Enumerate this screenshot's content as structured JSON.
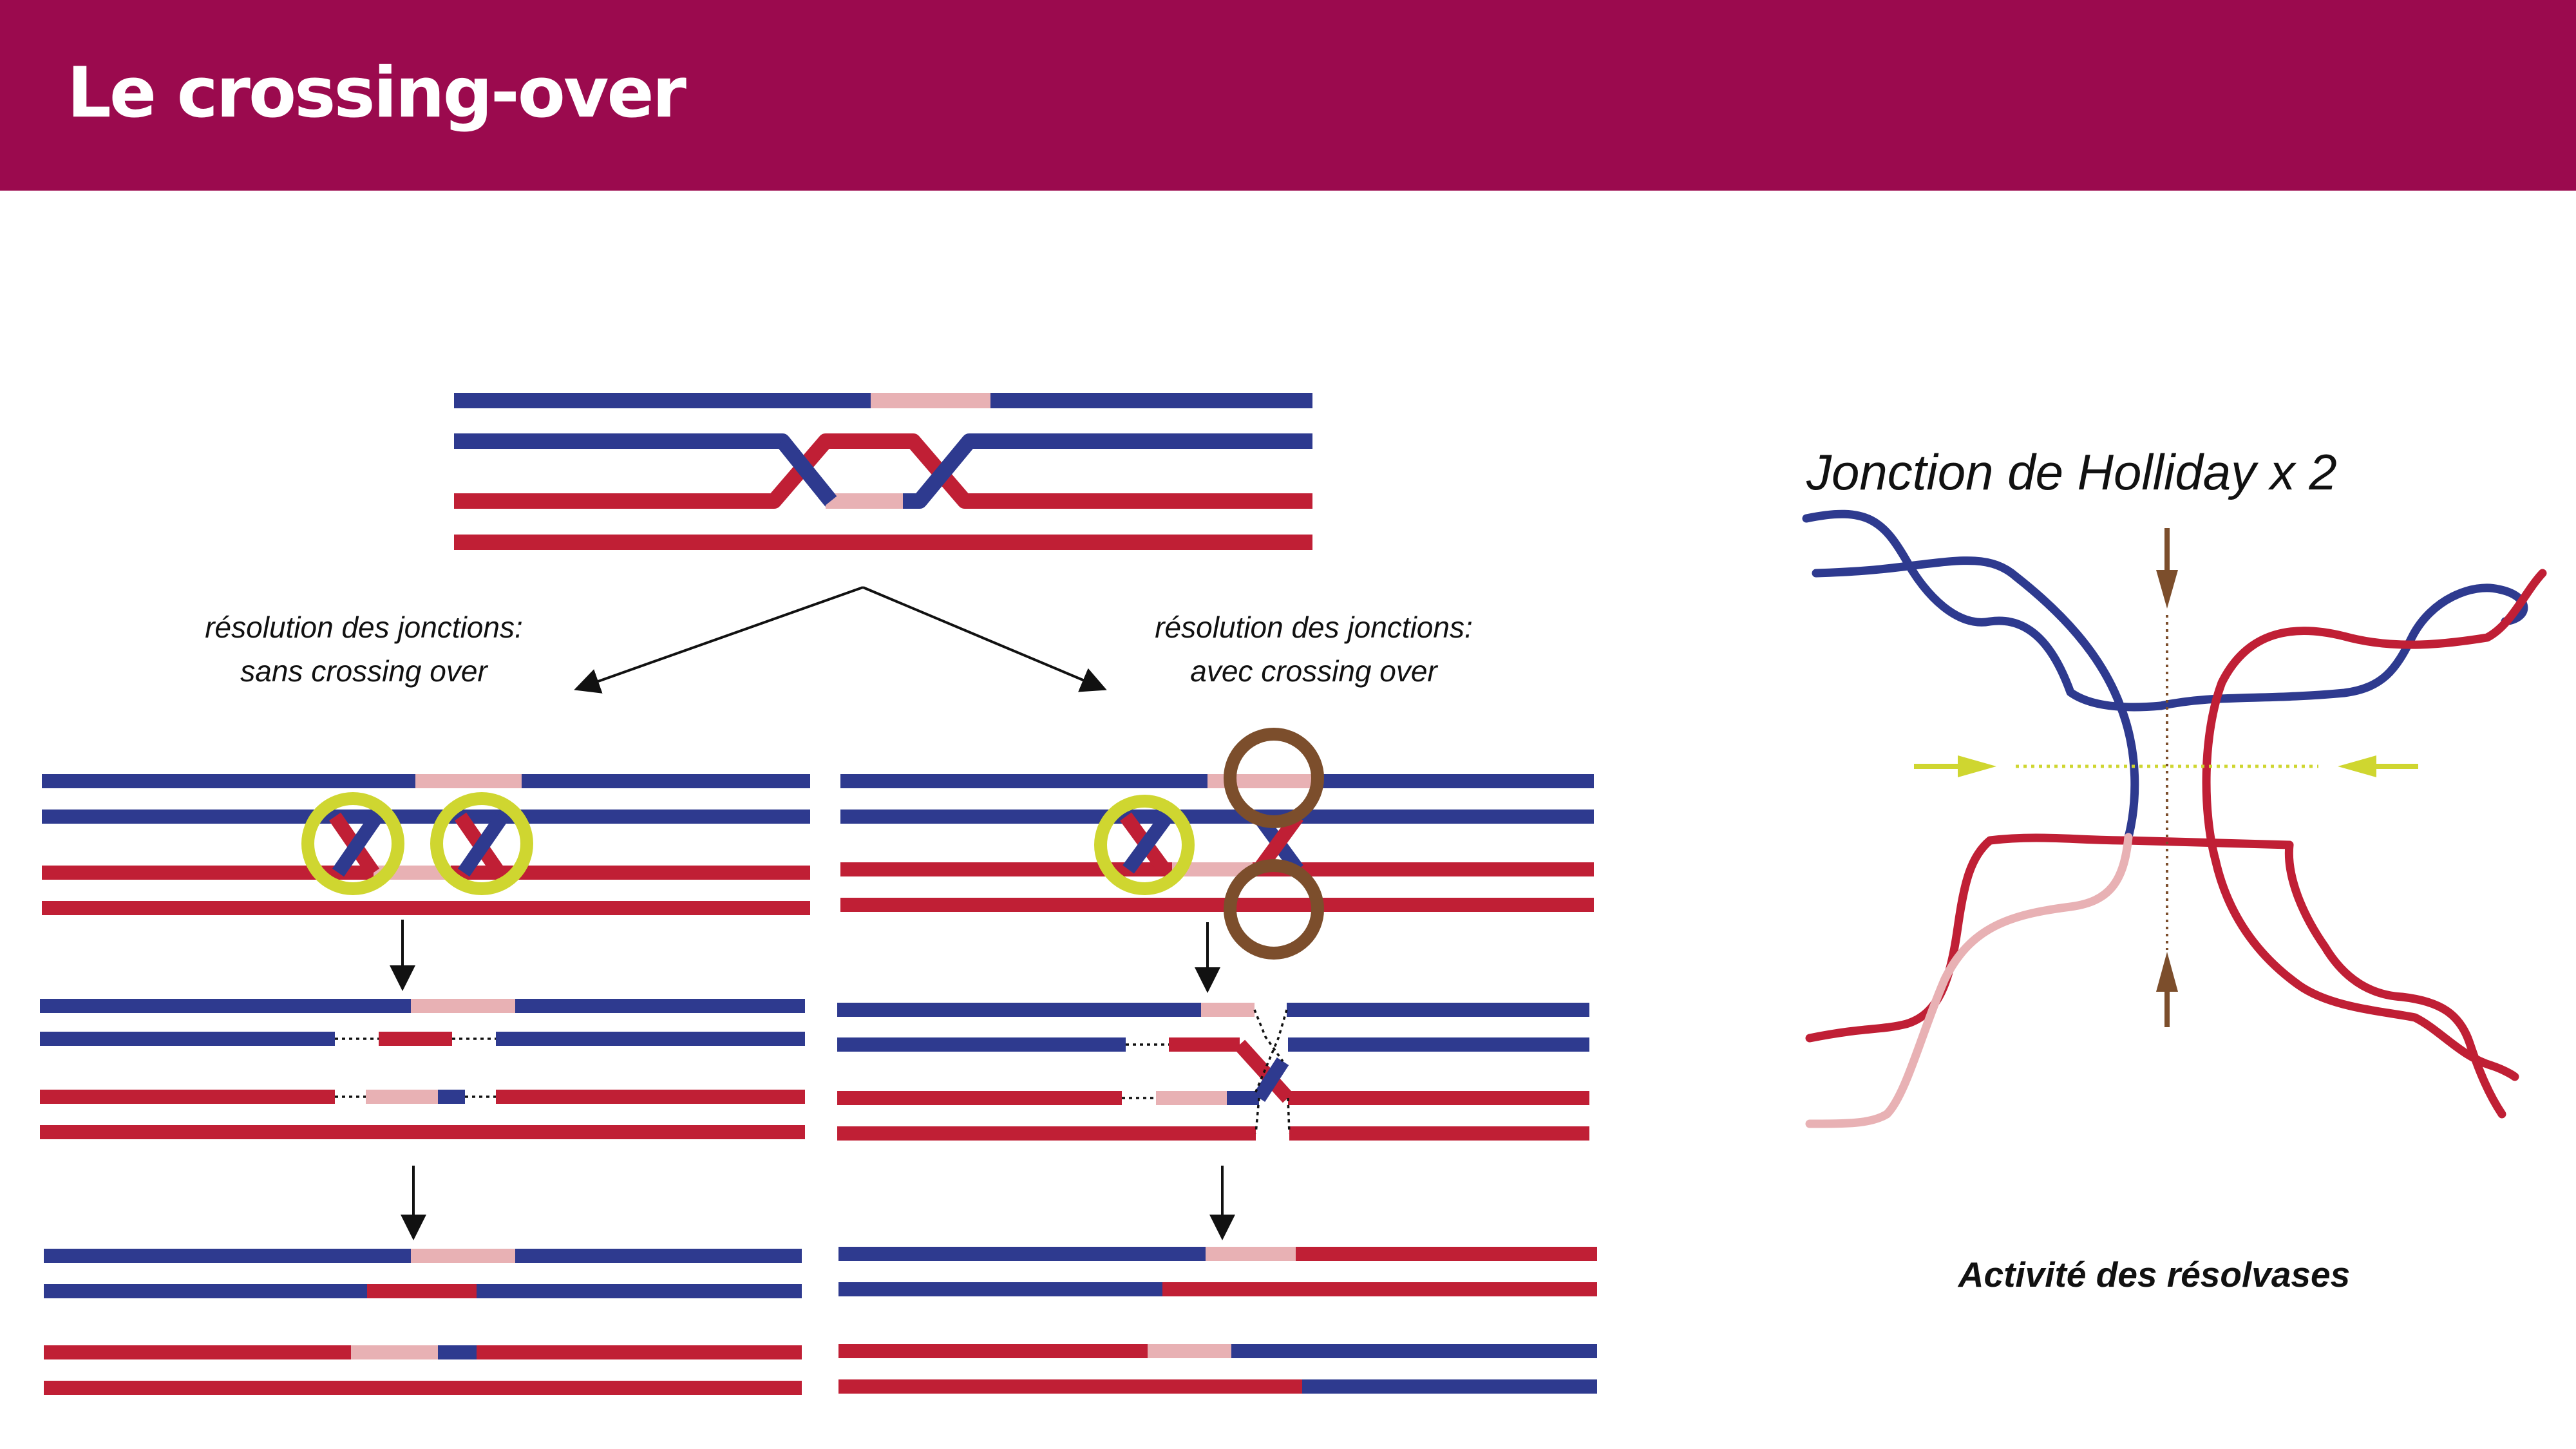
{
  "title": "Le crossing-over",
  "colors": {
    "header": "#9b0a4e",
    "blue": "#2e3a8f",
    "red": "#c01f35",
    "pink": "#e8b1b4",
    "yellow_circle": "#cfd630",
    "brown_circle": "#7c4e2c"
  },
  "labels": {
    "left_branch_line1": "résolution des jonctions:",
    "left_branch_line2": "sans crossing over",
    "right_branch_line1": "résolution des jonctions:",
    "right_branch_line2": "avec crossing over",
    "holliday_title": "Jonction de Holliday x 2",
    "resolvase_caption": "Activité des résolvases"
  }
}
